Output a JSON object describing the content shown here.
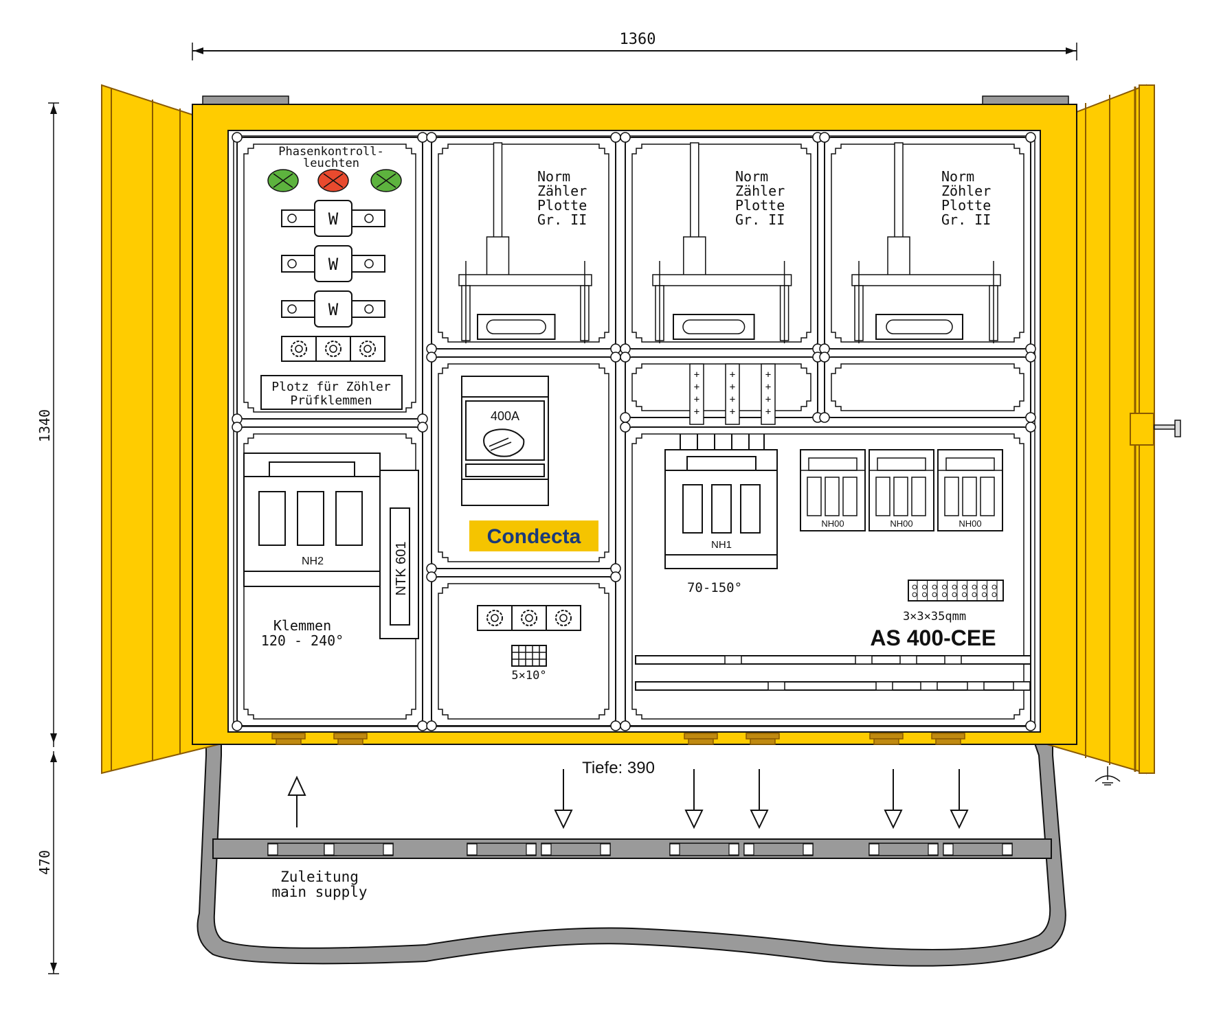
{
  "dimensions": {
    "width": "1360",
    "height_cabinet": "1340",
    "height_base": "470",
    "depth": "Tiefe: 390"
  },
  "colors": {
    "cabinet_yellow": "#FFCC00",
    "door_edge": "#8A5A00",
    "base_grey": "#9A9A9A",
    "lamp_green": "#5DB33E",
    "lamp_red": "#E84A2E",
    "logo_bg": "#F5C400",
    "logo_text": "#1A3A7A",
    "line": "#111111"
  },
  "panels": {
    "phase_control": {
      "title_line1": "Phasenkontroll-",
      "title_line2": "leuchten",
      "lamps": [
        "green",
        "red",
        "green"
      ],
      "fuse_labels": [
        "W",
        "W",
        "W"
      ],
      "note_line1": "Plotz für Zöhler",
      "note_line2": "Prüfklemmen"
    },
    "meter_plates": [
      {
        "line1": "Norm",
        "line2": "Zähler",
        "line3": "Plotte",
        "line4": "Gr. II"
      },
      {
        "line1": "Norm",
        "line2": "Zähler",
        "line3": "Plotte",
        "line4": "Gr. II"
      },
      {
        "line1": "Norm",
        "line2": "Zöhler",
        "line3": "Plotte",
        "line4": "Gr. II"
      }
    ],
    "main_switch": {
      "rating": "400A"
    },
    "logo": {
      "text": "Condecta"
    },
    "nh2": {
      "label": "NH2",
      "vertical_label": "NTK 601",
      "terminals_line1": "Klemmen",
      "terminals_line2": "120 - 240°"
    },
    "small_terminals": {
      "label": "5×10°"
    },
    "outputs": {
      "nh1_label": "NH1",
      "nh1_cable": "70-150°",
      "nh00_labels": [
        "NH00",
        "NH00",
        "NH00"
      ],
      "terminal_label": "3×3×35qmm",
      "model": "AS 400-CEE"
    }
  },
  "base": {
    "supply_line1": "Zuleitung",
    "supply_line2": "main supply"
  },
  "symbols": {
    "ground": "ground-symbol-icon"
  }
}
